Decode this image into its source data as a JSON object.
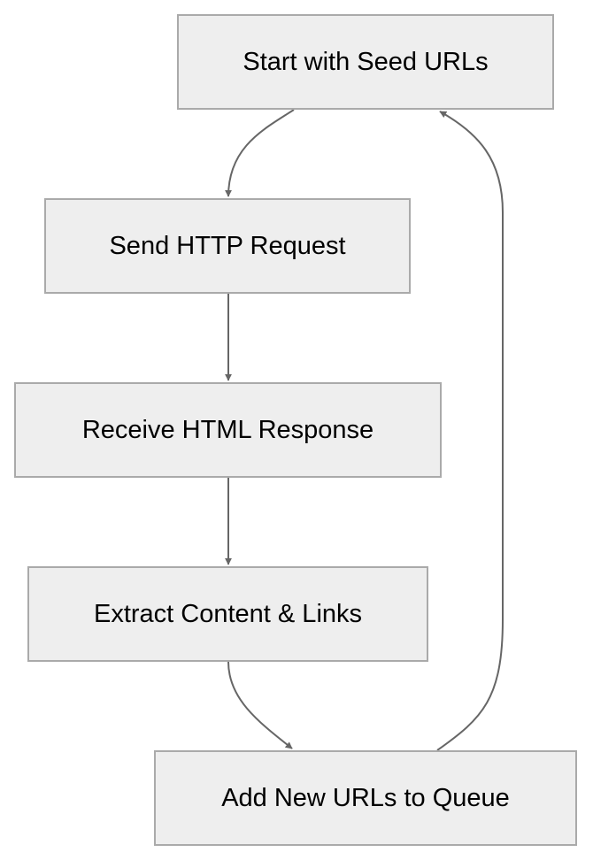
{
  "diagram": {
    "nodes": [
      {
        "id": "start",
        "label": "Start with Seed URLs"
      },
      {
        "id": "send",
        "label": "Send HTTP Request"
      },
      {
        "id": "receive",
        "label": "Receive HTML Response"
      },
      {
        "id": "extract",
        "label": "Extract Content & Links"
      },
      {
        "id": "add",
        "label": "Add New URLs to Queue"
      }
    ],
    "edges": [
      {
        "from": "start",
        "to": "send"
      },
      {
        "from": "send",
        "to": "receive"
      },
      {
        "from": "receive",
        "to": "extract"
      },
      {
        "from": "extract",
        "to": "add"
      },
      {
        "from": "add",
        "to": "start"
      }
    ],
    "colors": {
      "node_fill": "#eeeeee",
      "node_border": "#aaaaaa",
      "edge": "#666666",
      "text": "#000000"
    }
  }
}
